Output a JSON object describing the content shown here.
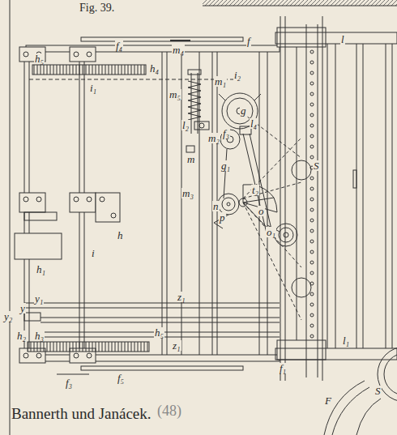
{
  "diagram": {
    "title": "Fig. 39.",
    "caption": "Bannerth und Janácek.",
    "labels": [
      "f₄",
      "m₄",
      "f",
      "l",
      "h₅",
      "h₄",
      "i₂",
      "i₁",
      "m₁",
      "m₅",
      "g",
      "l₂",
      "l₄",
      "m₂",
      "f₃",
      "m",
      "g₁",
      "S",
      "m₃",
      "t₂",
      "n",
      "o",
      "p",
      "o₁",
      "h",
      "i",
      "h₁",
      "y₁",
      "y",
      "y₂",
      "z₁",
      "h₂",
      "z₁",
      "h₃",
      "h₅",
      "f₁",
      "l₁",
      "f₅",
      "f₃",
      "F",
      "S",
      "(48)"
    ]
  }
}
